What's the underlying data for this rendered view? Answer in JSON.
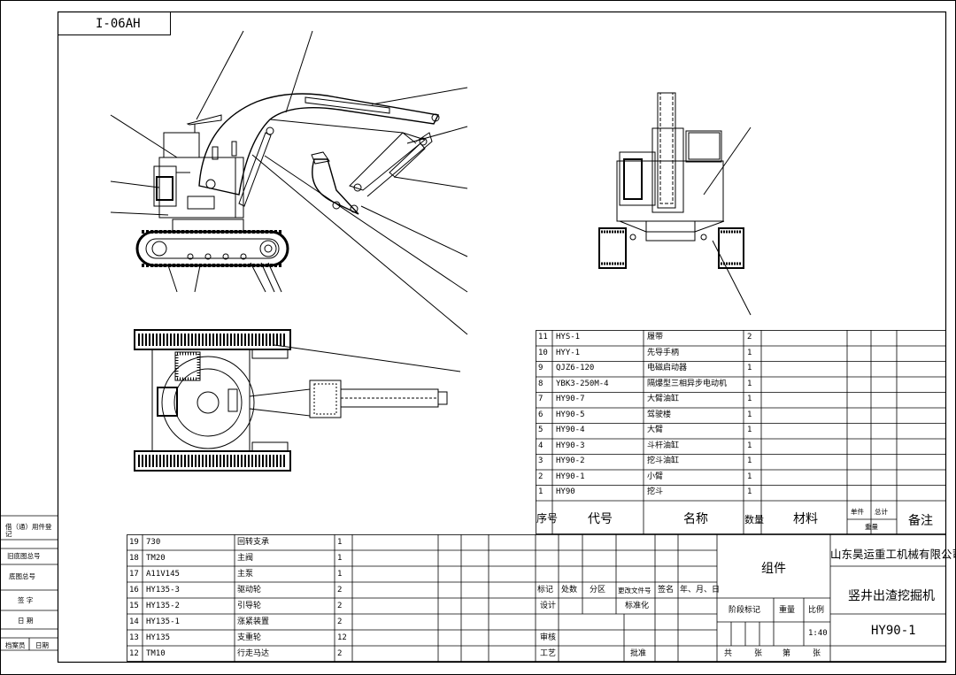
{
  "drawing_code": "I-06AH",
  "left_strip": {
    "labels": [
      "借（通）用件登记",
      "旧底图总号",
      "底图总号",
      "签 字",
      "日 期",
      "档案员",
      "日期"
    ]
  },
  "upper_bom": {
    "rows": [
      {
        "no": "11",
        "code": "HYS-1",
        "name": "履带",
        "qty": "2"
      },
      {
        "no": "10",
        "code": "HYY-1",
        "name": "先导手柄",
        "qty": "1"
      },
      {
        "no": "9",
        "code": "QJZ6-120",
        "name": "电磁启动器",
        "qty": "1"
      },
      {
        "no": "8",
        "code": "YBK3-250M-4",
        "name": "隔爆型三相异步电动机",
        "qty": "1"
      },
      {
        "no": "7",
        "code": "HY90-7",
        "name": "大臂油缸",
        "qty": "1"
      },
      {
        "no": "6",
        "code": "HY90-5",
        "name": "驾驶楼",
        "qty": "1"
      },
      {
        "no": "5",
        "code": "HY90-4",
        "name": "大臂",
        "qty": "1"
      },
      {
        "no": "4",
        "code": "HY90-3",
        "name": "斗杆油缸",
        "qty": "1"
      },
      {
        "no": "3",
        "code": "HY90-2",
        "name": "挖斗油缸",
        "qty": "1"
      },
      {
        "no": "2",
        "code": "HY90-1",
        "name": "小臂",
        "qty": "1"
      },
      {
        "no": "1",
        "code": "HY90",
        "name": "挖斗",
        "qty": "1"
      }
    ],
    "header": {
      "no": "序号",
      "code": "代号",
      "name": "名称",
      "qty": "数量",
      "material": "材料",
      "unit": "单件",
      "total": "总计",
      "weight": "重量",
      "remark": "备注"
    }
  },
  "lower_bom": {
    "rows": [
      {
        "no": "19",
        "code": "730",
        "name": "回转支承",
        "qty": "1"
      },
      {
        "no": "18",
        "code": "TM20",
        "name": "主阀",
        "qty": "1"
      },
      {
        "no": "17",
        "code": "A11V145",
        "name": "主泵",
        "qty": "1"
      },
      {
        "no": "16",
        "code": "HY135-3",
        "name": "驱动轮",
        "qty": "2"
      },
      {
        "no": "15",
        "code": "HY135-2",
        "name": "引导轮",
        "qty": "2"
      },
      {
        "no": "14",
        "code": "HY135-1",
        "name": "涨紧装置",
        "qty": "2"
      },
      {
        "no": "13",
        "code": "HY135",
        "name": "支重轮",
        "qty": "12"
      },
      {
        "no": "12",
        "code": "TM10",
        "name": "行走马达",
        "qty": "2"
      }
    ]
  },
  "title_block": {
    "group": "组件",
    "company": "山东昊运重工机械有限公司",
    "product": "竖井出渣挖掘机",
    "drawing_no": "HY90-1",
    "scale": "1:40",
    "rev_labels": [
      "标记",
      "处数",
      "分区",
      "更改文件号",
      "签名",
      "年、月、日"
    ],
    "design": "设计",
    "standardize": "标准化",
    "review": "审核",
    "process": "工艺",
    "approve": "批准",
    "stage_mark": "阶段标记",
    "weight": "重量",
    "ratio": "比例",
    "sheets_total": "共",
    "sheets_unit": "张",
    "sheet_no": "第",
    "sheet_unit2": "张"
  }
}
